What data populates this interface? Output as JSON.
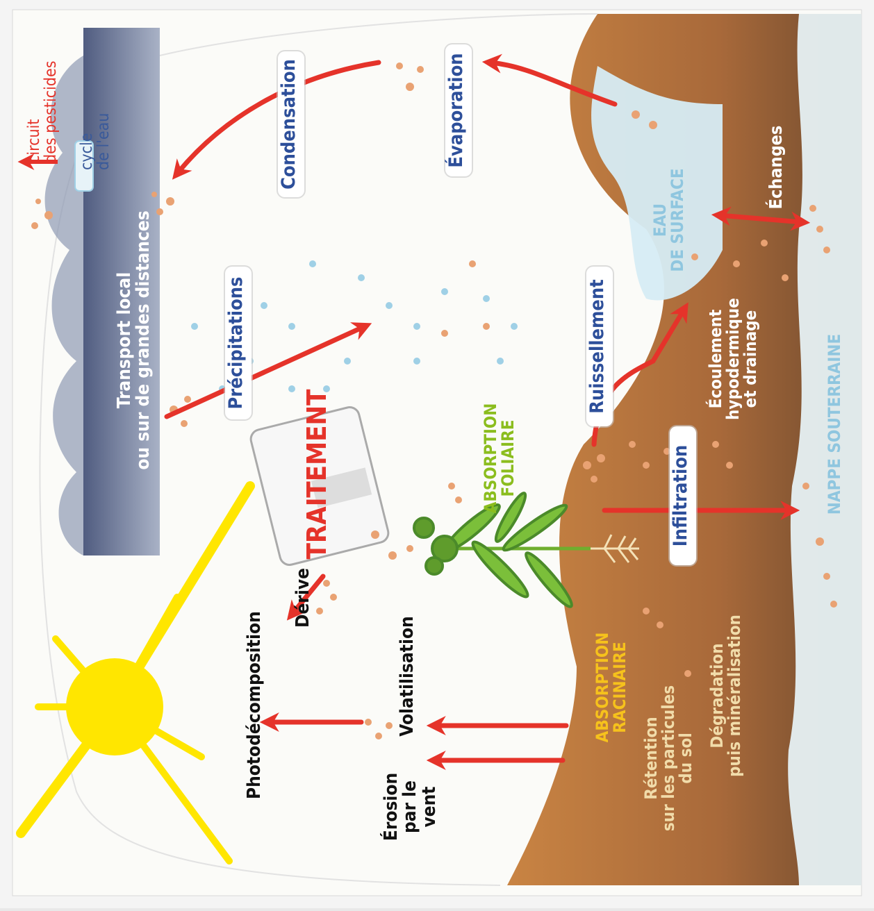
{
  "legend": {
    "pesticides": "circuit\ndes pesticides",
    "water": "cycle\nde l'eau"
  },
  "labels": {
    "transport": "Transport local\nou sur de grandes distances",
    "condensation": "Condensation",
    "evaporation": "Évaporation",
    "precipitations": "Précipitations",
    "ruissellement": "Ruissellement",
    "eau_surface": "EAU\nDE SURFACE",
    "echanges": "Échanges",
    "ecoulement": "Écoulement\nhypodermique\net drainage",
    "nappe": "NAPPE SOUTERRAINE",
    "infiltration": "Infiltration",
    "degradation": "Dégradation\npuis minéralisation",
    "retention": "Rétention\nsur les particules\ndu sol",
    "absorption_racinaire": "ABSORPTION\nRACINAIRE",
    "absorption_foliaire": "ABSORPTION\nFOLIAIRE",
    "traitement": "TRAITEMENT",
    "derive": "Dérive",
    "volatilisation": "Volatilisation",
    "photodecomposition": "Photodécomposition",
    "erosion": "Érosion\npar le vent"
  },
  "colors": {
    "pesticide_arrow": "#e5332a",
    "soil": "#b9773f",
    "groundwater": "#e7f2f6",
    "surface_water": "#d3e9f2",
    "cloud": "#6e7c9c",
    "sun": "#ffe600"
  }
}
